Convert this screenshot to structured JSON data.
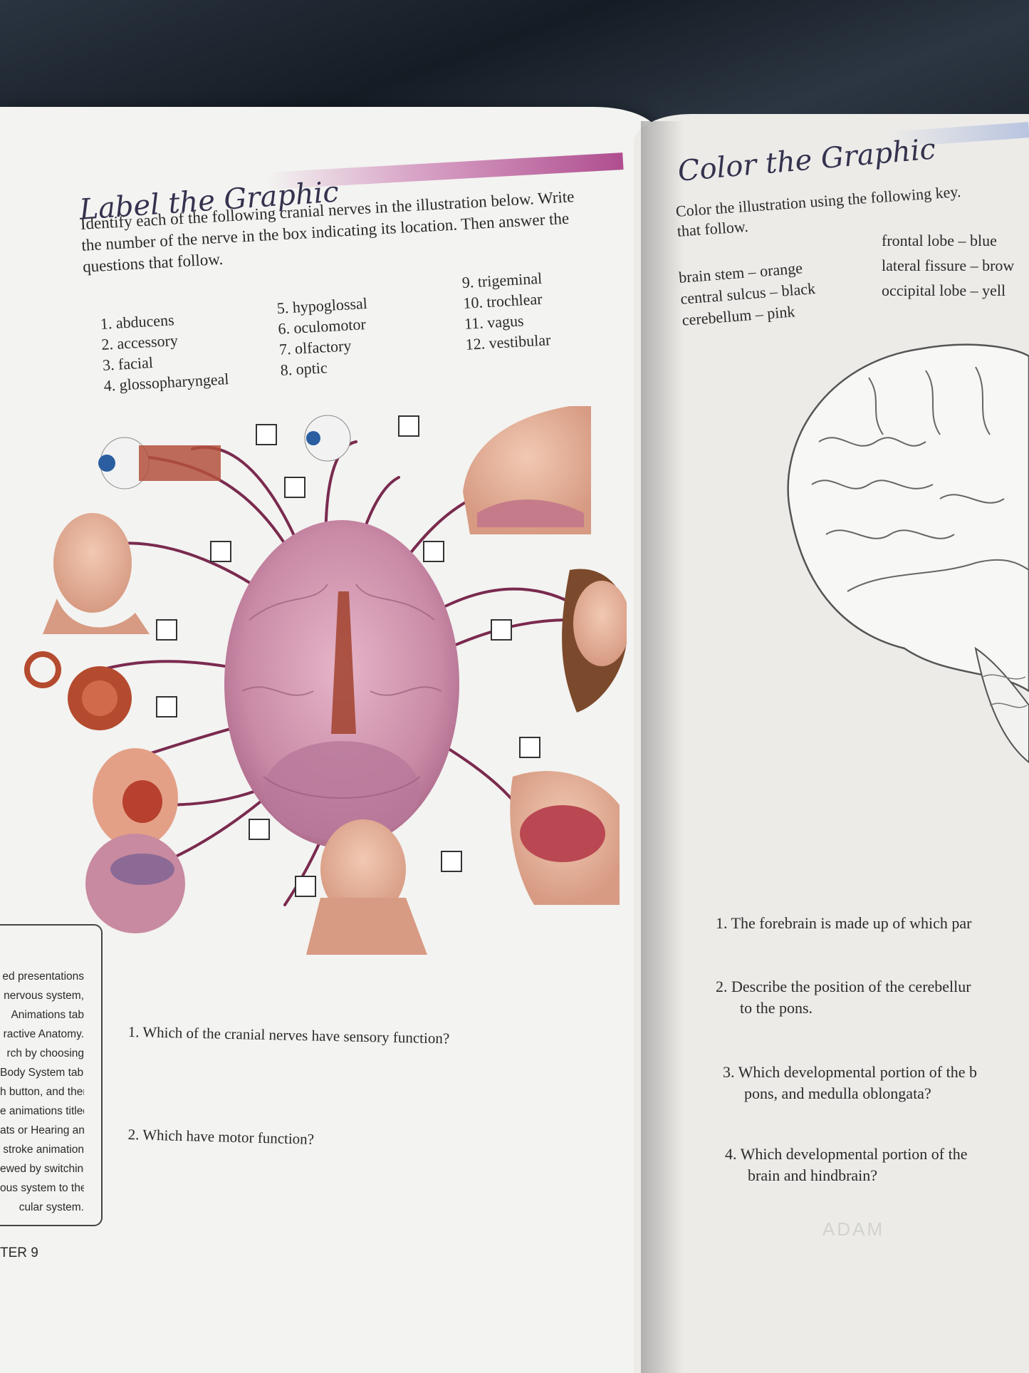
{
  "left_page": {
    "section_title": "Label the Graphic",
    "instructions": [
      "Identify each of the following cranial nerves in the illustration below. Write",
      "the number of the nerve in the box indicating its location. Then answer the",
      "questions that follow."
    ],
    "nerves": [
      "1. abducens",
      "2. accessory",
      "3. facial",
      "4. glossopharyngeal",
      "5. hypoglossal",
      "6. oculomotor",
      "7. olfactory",
      "8. optic",
      "9. trigeminal",
      "10. trochlear",
      "11. vagus",
      "12. vestibular"
    ],
    "questions": [
      "1. Which of the cranial nerves have sensory function?",
      "2. Which have motor function?"
    ],
    "sidebar_lines": [
      "ed presentations",
      "nervous system,",
      "Animations tab",
      "ractive Anatomy.",
      "rch by choosing",
      "Body System tab,",
      "h button, and then",
      "e animations titled",
      "ats or Hearing and",
      "stroke animation",
      "ewed by switching",
      "ous system to the",
      "cular system."
    ],
    "footer": "TER 9"
  },
  "right_page": {
    "section_title": "Color the Graphic",
    "instructions": [
      "Color the illustration using the following key.",
      "that follow."
    ],
    "key_left": [
      "brain stem – orange",
      "central sulcus – black",
      "cerebellum – pink"
    ],
    "key_right": [
      "frontal lobe – blue",
      "lateral fissure – brow",
      "occipital lobe – yell"
    ],
    "questions": [
      [
        "1. The forebrain is made up of which par"
      ],
      [
        "2. Describe the position of the cerebellur",
        "to the pons."
      ],
      [
        "3. Which developmental portion of the b",
        "pons, and medulla oblongata?"
      ],
      [
        "4. Which developmental portion of the",
        "brain and hindbrain?"
      ]
    ],
    "footer_logo": "ADAM"
  },
  "colors": {
    "paper": "#f3f3f1",
    "nerve": "#7a2a4e",
    "brain": "#c98aa6",
    "banner": "#b04e8f"
  }
}
